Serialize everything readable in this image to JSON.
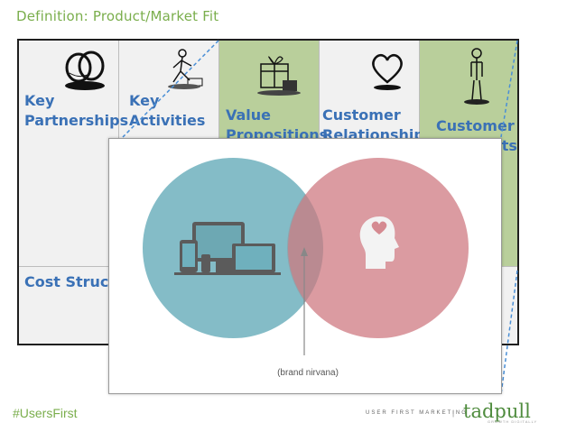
{
  "title": "Definition: Product/Market Fit",
  "canvas": {
    "blocks": [
      {
        "label_line1": "Key",
        "label_line2": "Partnerships",
        "icon": "rings-icon"
      },
      {
        "label_line1": "Key",
        "label_line2": "Activities",
        "icon": "worker-icon"
      },
      {
        "label_line1": "Value",
        "label_line2": "Propositions",
        "icon": "gift-icon"
      },
      {
        "label_line1": "Customer",
        "label_line2": "Relationships",
        "icon": "heart-icon"
      },
      {
        "label_line1": "Customer",
        "label_line2": "Segments",
        "icon": "person-icon"
      }
    ],
    "cost_label": "Cost Structu"
  },
  "overlay": {
    "caption": "(brand nirvana)",
    "left_circle_color": "#6fb0bd",
    "right_circle_color": "#d58a91",
    "icons": [
      "devices-icon",
      "head-heart-icon",
      "arrow-up-icon"
    ]
  },
  "footer": {
    "hashtag": "#UsersFirst",
    "tagline": "USER FIRST MARKETING",
    "separator": "|",
    "brand": "tadpull",
    "brand_sub": "GROWTH DIGITALLY"
  },
  "colors": {
    "title_green": "#7aae4c",
    "label_blue": "#3a71b6",
    "green_block": "#b9cf9b",
    "dash_blue": "#4a8fd6"
  }
}
